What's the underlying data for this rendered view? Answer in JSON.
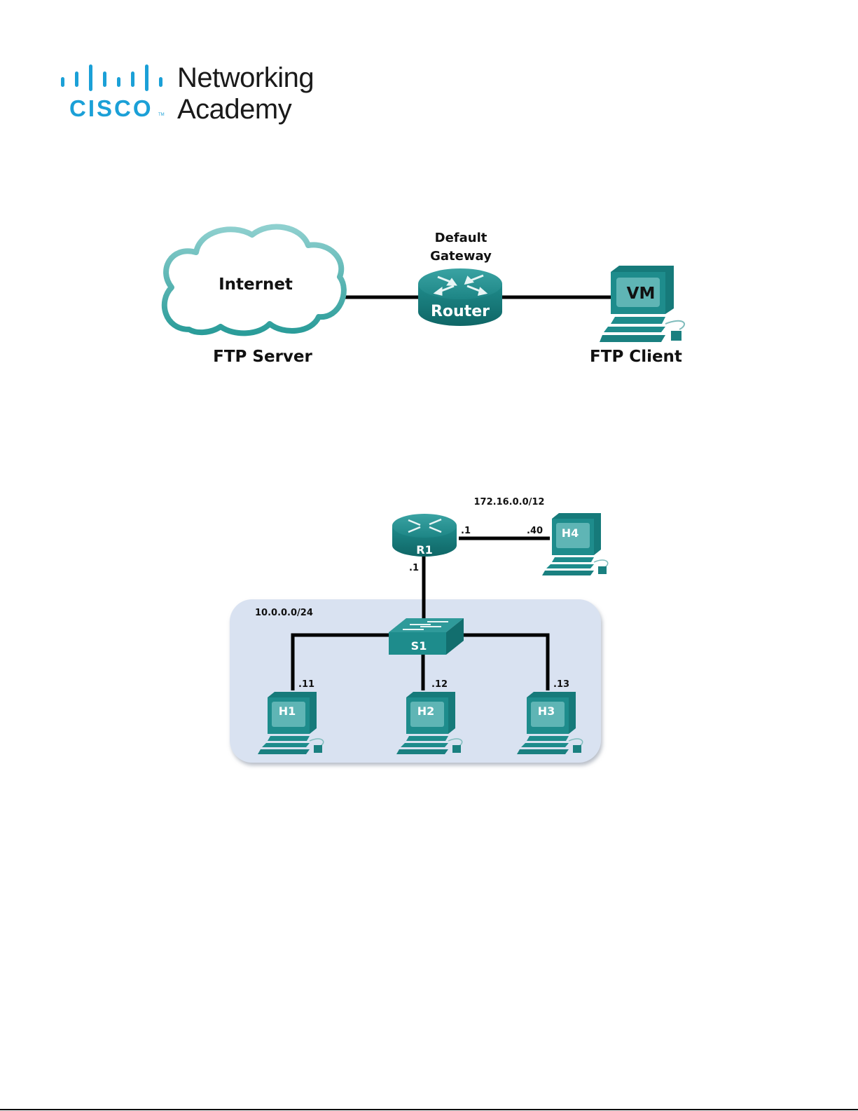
{
  "logo": {
    "line1": "Networking",
    "line2": "Academy",
    "brand": "CISCO",
    "trademark": "TM",
    "brand_color": "#1ba0d7"
  },
  "diagram1": {
    "cloud": {
      "label": "Internet",
      "caption": "FTP Server"
    },
    "router": {
      "label": "Router",
      "caption_line1": "Default",
      "caption_line2": "Gateway"
    },
    "client": {
      "label": "VM",
      "caption": "FTP Client"
    }
  },
  "diagram2": {
    "wan_network": "172.16.0.0/12",
    "lan_network": "10.0.0.0/24",
    "router": {
      "label": "R1",
      "wan_if": ".1",
      "lan_if": ".1"
    },
    "switch": {
      "label": "S1"
    },
    "hosts": [
      {
        "label": "H1",
        "addr": ".11"
      },
      {
        "label": "H2",
        "addr": ".12"
      },
      {
        "label": "H3",
        "addr": ".13"
      },
      {
        "label": "H4",
        "addr": ".40"
      }
    ]
  },
  "colors": {
    "device_teal": "#1e8c8c",
    "device_dark": "#126e6e",
    "screen": "#5fb5b5",
    "lan_fill": "#d9e2f1",
    "link": "#000000"
  }
}
